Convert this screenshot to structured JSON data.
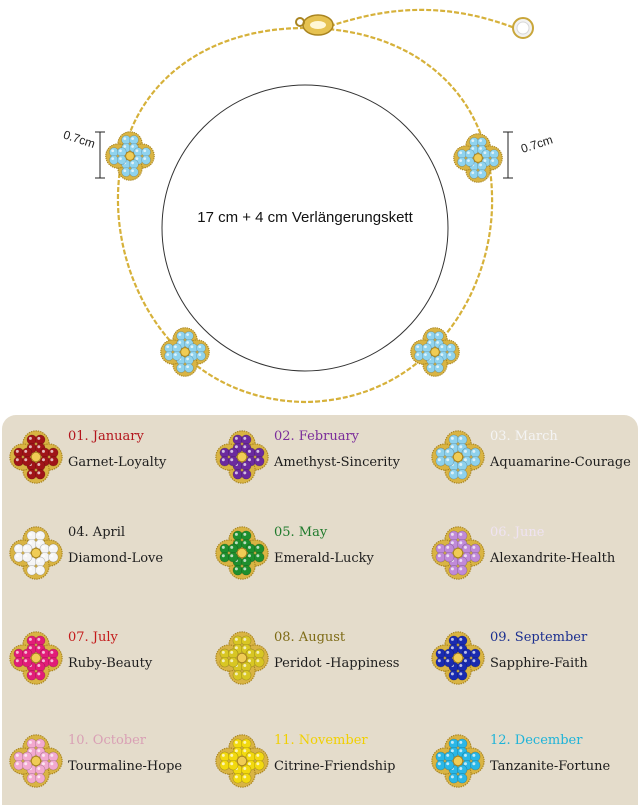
{
  "product": {
    "length_text": "17 cm + 4 cm Verlängerungskett",
    "size_label_left": "0.7cm",
    "size_label_right": "0.7cm",
    "chain_color": "#d6b13a",
    "display_stone_color": "#8fd3ee"
  },
  "birthstones": [
    {
      "month": "01. January",
      "meaning": "Garnet-Loyalty",
      "month_color": "#b3151c",
      "stone_color": "#a01418"
    },
    {
      "month": "02. February",
      "meaning": "Amethyst-Sincerity",
      "month_color": "#7b2d9b",
      "stone_color": "#6b2a9e"
    },
    {
      "month": "03. March",
      "meaning": "Aquamarine-Courage",
      "month_color": "#f4f4f4",
      "stone_color": "#8ed1ec"
    },
    {
      "month": "04. April",
      "meaning": "Diamond-Love",
      "month_color": "#1d1d1d",
      "stone_color": "#f5f5f5"
    },
    {
      "month": "05. May",
      "meaning": "Emerald-Lucky",
      "month_color": "#1f7a2c",
      "stone_color": "#1e8f2e"
    },
    {
      "month": "06. June",
      "meaning": "Alexandrite-Health",
      "month_color": "#efe3f2",
      "stone_color": "#c08ad8"
    },
    {
      "month": "07. July",
      "meaning": "Ruby-Beauty",
      "month_color": "#c41a1a",
      "stone_color": "#e21d78"
    },
    {
      "month": "08. August",
      "meaning": "Peridot -Happiness",
      "month_color": "#7d6a14",
      "stone_color": "#d8c623"
    },
    {
      "month": "09. September",
      "meaning": "Sapphire-Faith",
      "month_color": "#1a2e8f",
      "stone_color": "#1a2bb0"
    },
    {
      "month": "10. October",
      "meaning": "Tourmaline-Hope",
      "month_color": "#d9a0b5",
      "stone_color": "#f2a9cf"
    },
    {
      "month": "11. November",
      "meaning": "Citrine-Friendship",
      "month_color": "#f1d000",
      "stone_color": "#f2d90f"
    },
    {
      "month": "12. December",
      "meaning": "Tanzanite-Fortune",
      "month_color": "#1db3d8",
      "stone_color": "#2ab7e6"
    }
  ]
}
